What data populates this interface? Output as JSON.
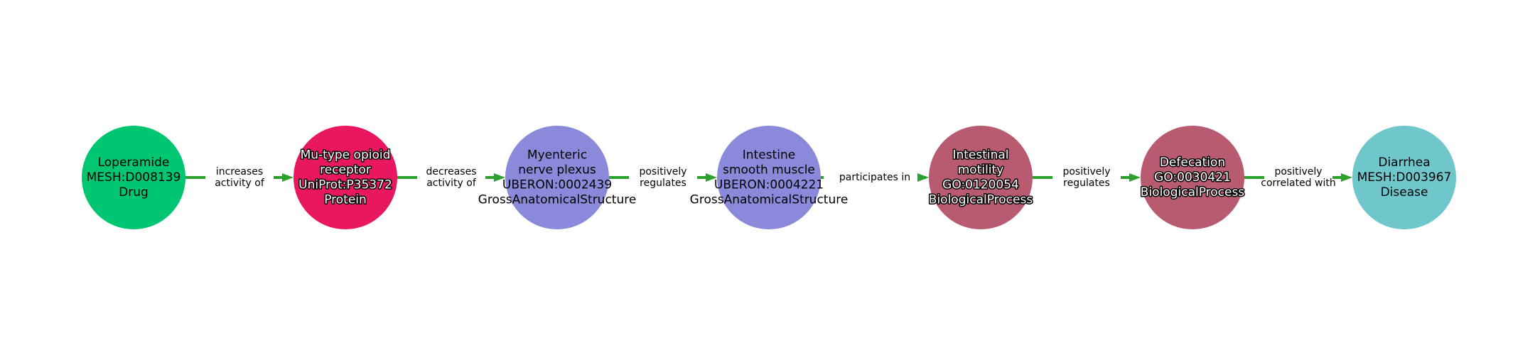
{
  "diagram": {
    "edge_color": "#2ca02c",
    "nodes": [
      {
        "id": "loperamide",
        "lines": [
          "Loperamide",
          "MESH:D008139",
          "Drug"
        ],
        "color": "#00c571",
        "text_style": "plain"
      },
      {
        "id": "mu-opioid-receptor",
        "lines": [
          "Mu-type opioid",
          "receptor",
          "UniProt:P35372",
          "Protein"
        ],
        "color": "#e8175f",
        "text_style": "outlined"
      },
      {
        "id": "myenteric-plexus",
        "lines": [
          "Myenteric",
          "nerve plexus",
          "UBERON:0002439",
          "GrossAnatomicalStructure"
        ],
        "color": "#8b89d9",
        "text_style": "plain"
      },
      {
        "id": "intestine-smooth-muscle",
        "lines": [
          "Intestine",
          "smooth muscle",
          "UBERON:0004221",
          "GrossAnatomicalStructure"
        ],
        "color": "#8b89d9",
        "text_style": "plain"
      },
      {
        "id": "intestinal-motility",
        "lines": [
          "Intestinal",
          "motility",
          "GO:0120054",
          "BiologicalProcess"
        ],
        "color": "#b85a70",
        "text_style": "outlined"
      },
      {
        "id": "defecation",
        "lines": [
          "Defecation",
          "GO:0030421",
          "BiologicalProcess"
        ],
        "color": "#b85a70",
        "text_style": "outlined"
      },
      {
        "id": "diarrhea",
        "lines": [
          "Diarrhea",
          "MESH:D003967",
          "Disease"
        ],
        "color": "#6fc6cb",
        "text_style": "plain"
      }
    ],
    "edges": [
      {
        "lines": [
          "increases",
          "activity of"
        ]
      },
      {
        "lines": [
          "decreases",
          "activity of"
        ]
      },
      {
        "lines": [
          "positively",
          "regulates"
        ]
      },
      {
        "lines": [
          "participates in"
        ]
      },
      {
        "lines": [
          "positively",
          "regulates"
        ]
      },
      {
        "lines": [
          "positively",
          "correlated with"
        ]
      }
    ]
  }
}
